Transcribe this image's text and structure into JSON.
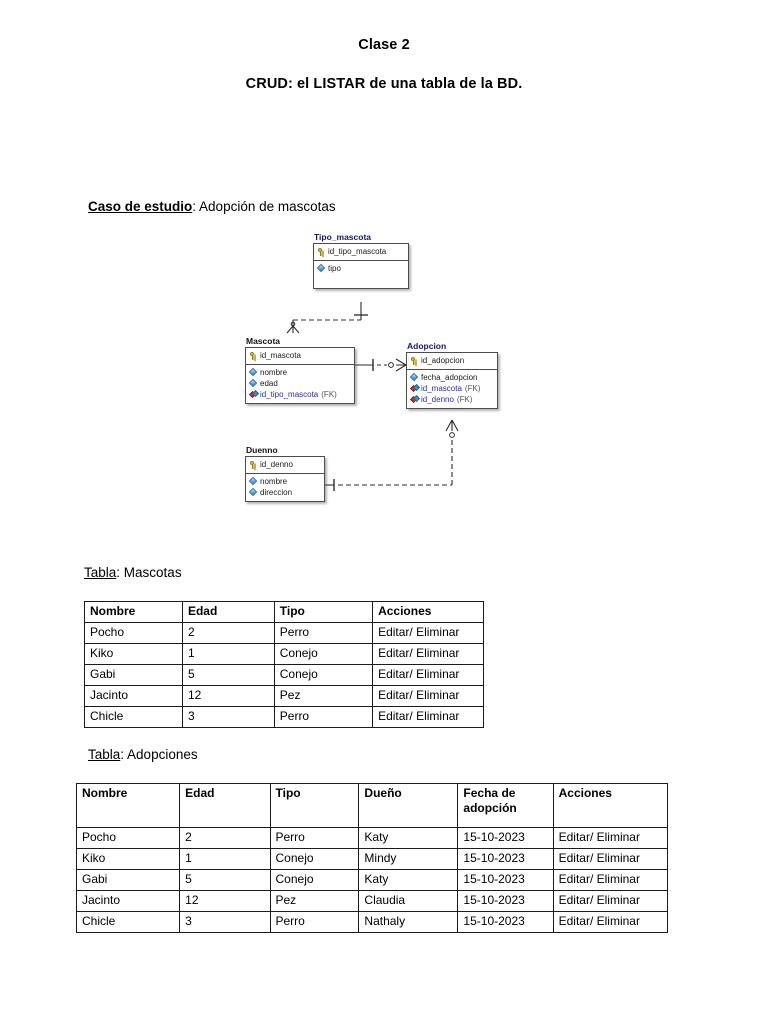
{
  "document": {
    "title_line_1": "Clase 2",
    "title_line_2": "CRUD: el LISTAR de una tabla de la BD.",
    "case_study": {
      "label": "Caso de estudio",
      "separator": ": ",
      "value": "Adopción de mascotas"
    }
  },
  "er_diagram": {
    "entities": [
      {
        "name": "Tipo_mascota",
        "title_color": "#16166b",
        "primary_key": [
          {
            "icon": "key-icon",
            "name": "id_tipo_mascota",
            "suffix": ""
          }
        ],
        "fields": [
          {
            "icon": "diamond-icon",
            "name": "tipo",
            "suffix": ""
          }
        ]
      },
      {
        "name": "Mascota",
        "title_color": "#111111",
        "primary_key": [
          {
            "icon": "key-icon",
            "name": "id_mascota",
            "suffix": ""
          }
        ],
        "fields": [
          {
            "icon": "diamond-icon",
            "name": "nombre",
            "suffix": ""
          },
          {
            "icon": "diamond-icon",
            "name": "edad",
            "suffix": ""
          },
          {
            "icon": "foreign-key-icon",
            "name": "id_tipo_mascota",
            "suffix": "(FK)"
          }
        ]
      },
      {
        "name": "Adopcion",
        "title_color": "#16166b",
        "primary_key": [
          {
            "icon": "key-icon",
            "name": "id_adopcion",
            "suffix": ""
          }
        ],
        "fields": [
          {
            "icon": "diamond-icon",
            "name": "fecha_adopcion",
            "suffix": ""
          },
          {
            "icon": "foreign-key-icon",
            "name": "id_mascota",
            "suffix": "(FK)"
          },
          {
            "icon": "foreign-key-icon",
            "name": "id_denno",
            "suffix": "(FK)"
          }
        ]
      },
      {
        "name": "Duenno",
        "title_color": "#111111",
        "primary_key": [
          {
            "icon": "key-icon",
            "name": "id_denno",
            "suffix": ""
          }
        ],
        "fields": [
          {
            "icon": "diamond-icon",
            "name": "nombre",
            "suffix": ""
          },
          {
            "icon": "diamond-icon",
            "name": "direccion",
            "suffix": ""
          }
        ]
      }
    ],
    "relationships": [
      {
        "from": "Tipo_mascota",
        "to": "Mascota",
        "style": "dashed",
        "from_end": "one-bar",
        "to_end": "crow-foot"
      },
      {
        "from": "Mascota",
        "to": "Adopcion",
        "style": "dashed",
        "from_end": "one-bar",
        "to_end": "zero-or-many"
      },
      {
        "from": "Duenno",
        "to": "Adopcion",
        "style": "dashed",
        "from_end": "one-bar",
        "to_end": "zero-or-many"
      }
    ]
  },
  "tables": [
    {
      "caption_label": "Tabla",
      "caption_separator": ": ",
      "caption_value": "Mascotas",
      "columns": [
        "Nombre",
        "Edad",
        "Tipo",
        "Acciones"
      ],
      "rows": [
        [
          "Pocho",
          "2",
          "Perro",
          "Editar/ Eliminar"
        ],
        [
          "Kiko",
          "1",
          "Conejo",
          "Editar/ Eliminar"
        ],
        [
          "Gabi",
          "5",
          "Conejo",
          "Editar/ Eliminar"
        ],
        [
          "Jacinto",
          "12",
          "Pez",
          "Editar/ Eliminar"
        ],
        [
          "Chicle",
          "3",
          "Perro",
          "Editar/ Eliminar"
        ]
      ]
    },
    {
      "caption_label": "Tabla",
      "caption_separator": ": ",
      "caption_value": "Adopciones",
      "columns": [
        "Nombre",
        "Edad",
        "Tipo",
        "Dueño",
        "Fecha de adopción",
        "Acciones"
      ],
      "rows": [
        [
          "Pocho",
          "2",
          "Perro",
          "Katy",
          "15-10-2023",
          "Editar/ Eliminar"
        ],
        [
          "Kiko",
          "1",
          "Conejo",
          "Mindy",
          "15-10-2023",
          "Editar/ Eliminar"
        ],
        [
          "Gabi",
          "5",
          "Conejo",
          "Katy",
          "15-10-2023",
          "Editar/ Eliminar"
        ],
        [
          "Jacinto",
          "12",
          "Pez",
          "Claudia",
          "15-10-2023",
          "Editar/ Eliminar"
        ],
        [
          "Chicle",
          "3",
          "Perro",
          "Nathaly",
          "15-10-2023",
          "Editar/ Eliminar"
        ]
      ]
    }
  ]
}
